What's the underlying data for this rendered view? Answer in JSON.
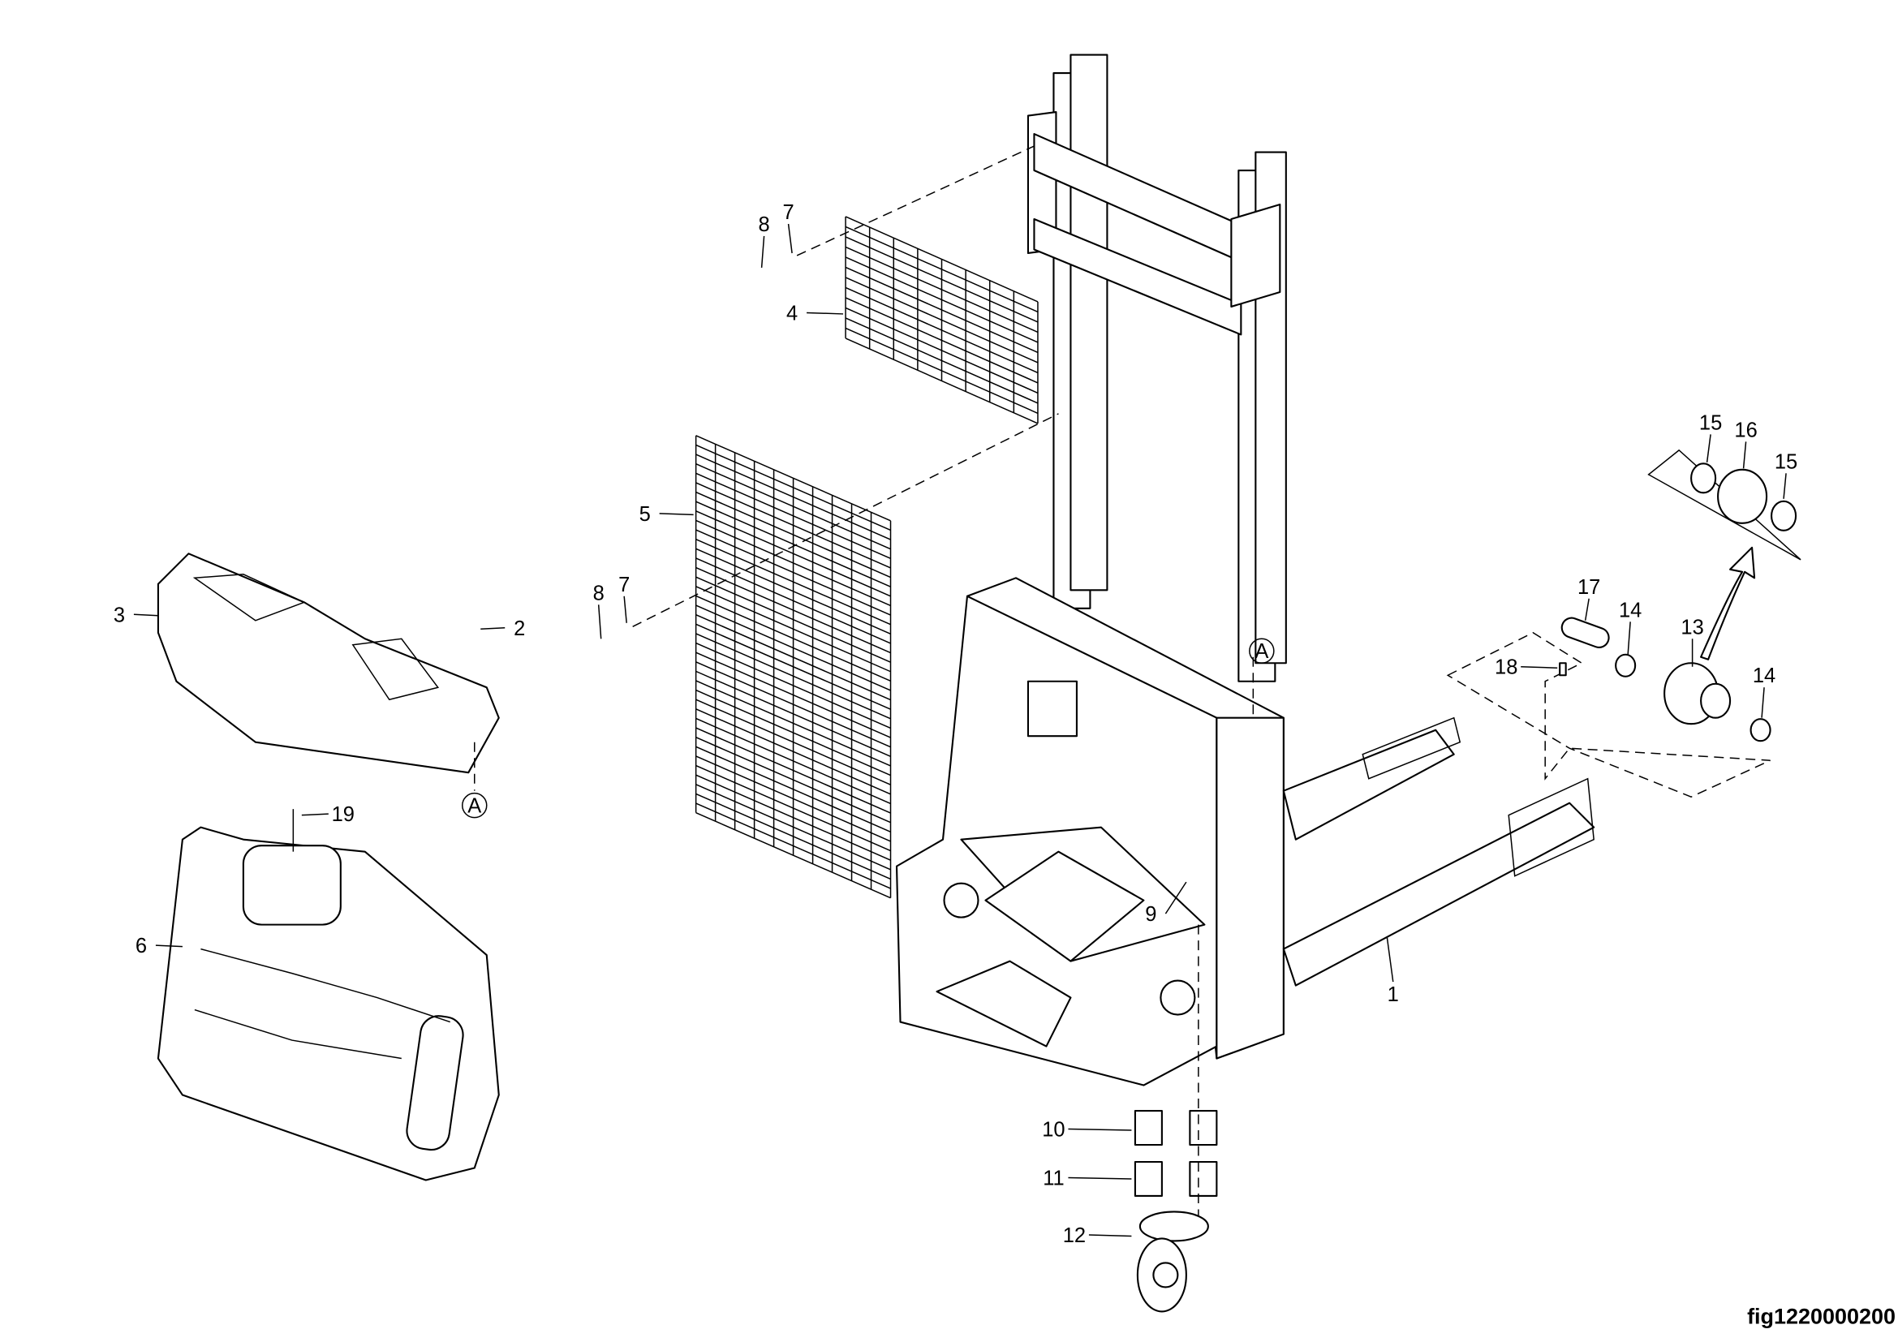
{
  "figure_id": "fig1220000200",
  "reference_mark": "A",
  "callouts": [
    {
      "id": "c1",
      "label": "1"
    },
    {
      "id": "c2",
      "label": "2"
    },
    {
      "id": "c3",
      "label": "3"
    },
    {
      "id": "c4",
      "label": "4"
    },
    {
      "id": "c5",
      "label": "5"
    },
    {
      "id": "c6",
      "label": "6"
    },
    {
      "id": "c7a",
      "label": "7"
    },
    {
      "id": "c7b",
      "label": "7"
    },
    {
      "id": "c8a",
      "label": "8"
    },
    {
      "id": "c8b",
      "label": "8"
    },
    {
      "id": "c9",
      "label": "9"
    },
    {
      "id": "c10",
      "label": "10"
    },
    {
      "id": "c11",
      "label": "11"
    },
    {
      "id": "c12",
      "label": "12"
    },
    {
      "id": "c13",
      "label": "13"
    },
    {
      "id": "c14a",
      "label": "14"
    },
    {
      "id": "c14b",
      "label": "14"
    },
    {
      "id": "c15a",
      "label": "15"
    },
    {
      "id": "c15b",
      "label": "15"
    },
    {
      "id": "c16",
      "label": "16"
    },
    {
      "id": "c17",
      "label": "17"
    },
    {
      "id": "c18",
      "label": "18"
    },
    {
      "id": "c19",
      "label": "19"
    }
  ]
}
